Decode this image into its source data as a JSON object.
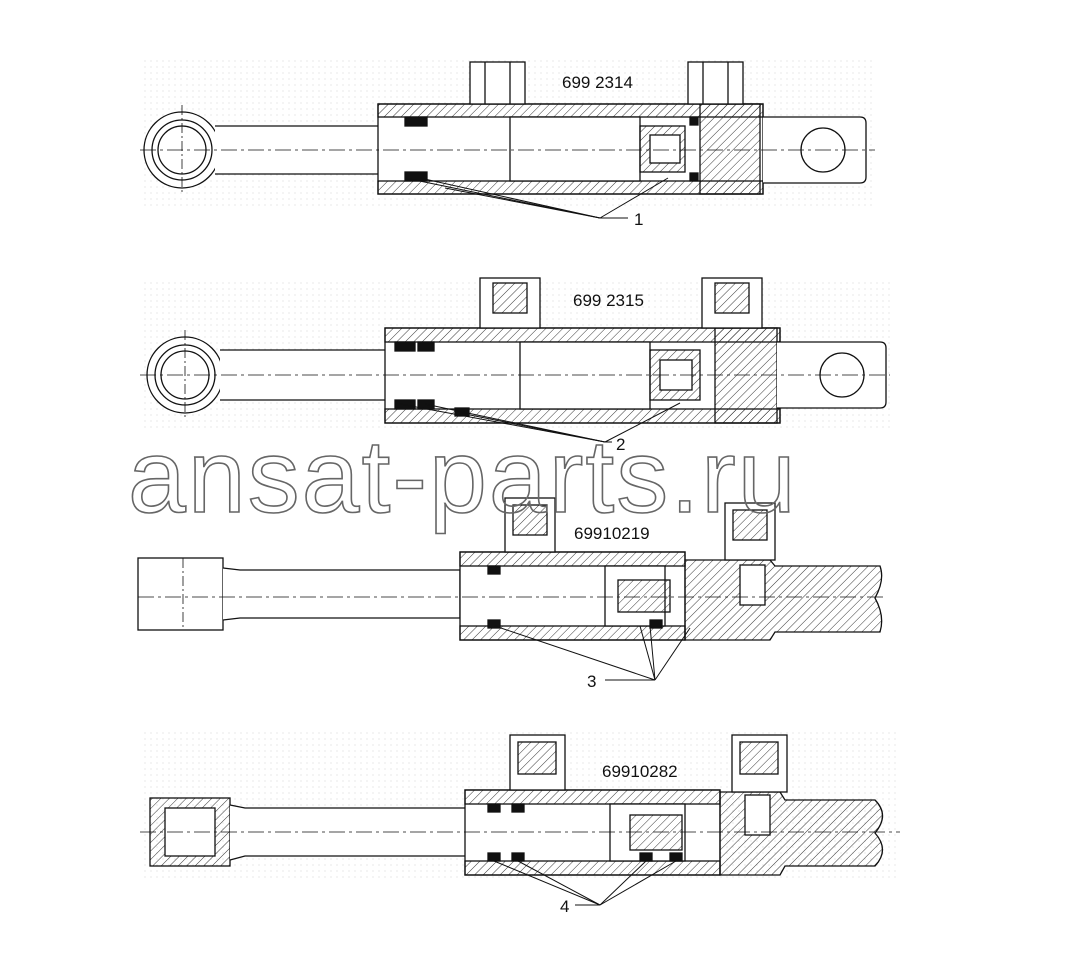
{
  "watermark": "ansat-parts.ru",
  "assemblies": [
    {
      "id": "a1",
      "part_number": "699 2314",
      "callout": "1"
    },
    {
      "id": "a2",
      "part_number": "699 2315",
      "callout": "2"
    },
    {
      "id": "a3",
      "part_number": "69910219",
      "callout": "3"
    },
    {
      "id": "a4",
      "part_number": "69910282",
      "callout": "4"
    }
  ],
  "colors": {
    "line": "#111111",
    "hatch": "#222222",
    "dots": "#cfcfcf",
    "watermark": "#666666"
  }
}
